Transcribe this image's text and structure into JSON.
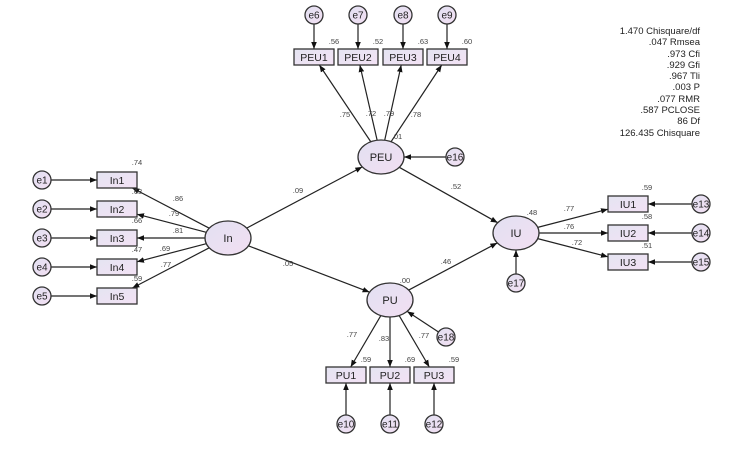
{
  "colors": {
    "fill": "#ece4f6",
    "fill_ellipse": "#e6dcf2",
    "stroke": "#333333",
    "text": "#222222",
    "coef": "#444444"
  },
  "fit_indices": [
    {
      "value": "1.470",
      "label": "Chisquare/df"
    },
    {
      "value": ".047",
      "label": "Rmsea"
    },
    {
      "value": ".973",
      "label": "Cfi"
    },
    {
      "value": ".929",
      "label": "Gfi"
    },
    {
      "value": ".967",
      "label": "Tli"
    },
    {
      "value": ".003",
      "label": "P"
    },
    {
      "value": ".077",
      "label": "RMR"
    },
    {
      "value": ".587",
      "label": "PCLOSE"
    },
    {
      "value": "86",
      "label": "Df"
    },
    {
      "value": "126.435",
      "label": "Chisquare"
    }
  ],
  "latents": [
    {
      "id": "In",
      "label": "In",
      "r2": ""
    },
    {
      "id": "PEU",
      "label": "PEU",
      "r2": ".01"
    },
    {
      "id": "PU",
      "label": "PU",
      "r2": ".00"
    },
    {
      "id": "IU",
      "label": "IU",
      "r2": ".48"
    }
  ],
  "indicators": [
    {
      "id": "In1",
      "label": "In1",
      "r2": ".74",
      "loading": ".86",
      "factor": "In",
      "error": "e1"
    },
    {
      "id": "In2",
      "label": "In2",
      "r2": ".63",
      "loading": ".79",
      "factor": "In",
      "error": "e2"
    },
    {
      "id": "In3",
      "label": "In3",
      "r2": ".66",
      "loading": ".81",
      "factor": "In",
      "error": "e3"
    },
    {
      "id": "In4",
      "label": "In4",
      "r2": ".47",
      "loading": ".69",
      "factor": "In",
      "error": "e4"
    },
    {
      "id": "In5",
      "label": "In5",
      "r2": ".59",
      "loading": ".77",
      "factor": "In",
      "error": "e5"
    },
    {
      "id": "PEU1",
      "label": "PEU1",
      "r2": ".56",
      "loading": ".75",
      "factor": "PEU",
      "error": "e6"
    },
    {
      "id": "PEU2",
      "label": "PEU2",
      "r2": ".52",
      "loading": ".72",
      "factor": "PEU",
      "error": "e7"
    },
    {
      "id": "PEU3",
      "label": "PEU3",
      "r2": ".63",
      "loading": ".79",
      "factor": "PEU",
      "error": "e8"
    },
    {
      "id": "PEU4",
      "label": "PEU4",
      "r2": ".60",
      "loading": ".78",
      "factor": "PEU",
      "error": "e9"
    },
    {
      "id": "PU1",
      "label": "PU1",
      "r2": ".59",
      "loading": ".77",
      "factor": "PU",
      "error": "e10"
    },
    {
      "id": "PU2",
      "label": "PU2",
      "r2": ".69",
      "loading": ".83",
      "factor": "PU",
      "error": "e11"
    },
    {
      "id": "PU3",
      "label": "PU3",
      "r2": ".59",
      "loading": ".77",
      "factor": "PU",
      "error": "e12"
    },
    {
      "id": "IU1",
      "label": "IU1",
      "r2": ".59",
      "loading": ".77",
      "factor": "IU",
      "error": "e13"
    },
    {
      "id": "IU2",
      "label": "IU2",
      "r2": ".58",
      "loading": ".76",
      "factor": "IU",
      "error": "e14"
    },
    {
      "id": "IU3",
      "label": "IU3",
      "r2": ".51",
      "loading": ".72",
      "factor": "IU",
      "error": "e15"
    }
  ],
  "structural_paths": [
    {
      "from": "In",
      "to": "PEU",
      "coef": ".09"
    },
    {
      "from": "In",
      "to": "PU",
      "coef": ".05"
    },
    {
      "from": "PEU",
      "to": "IU",
      "coef": ".52"
    },
    {
      "from": "PU",
      "to": "IU",
      "coef": ".46"
    }
  ],
  "disturbances": [
    {
      "id": "e16",
      "label": "e16",
      "target": "PEU"
    },
    {
      "id": "e17",
      "label": "e17",
      "target": "IU"
    },
    {
      "id": "e18",
      "label": "e18",
      "target": "PU"
    }
  ],
  "error_labels": [
    "e1",
    "e2",
    "e3",
    "e4",
    "e5",
    "e6",
    "e7",
    "e8",
    "e9",
    "e10",
    "e11",
    "e12",
    "e13",
    "e14",
    "e15"
  ]
}
